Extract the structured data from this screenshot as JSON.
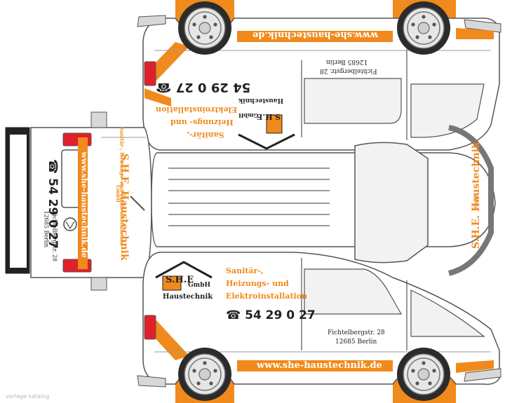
{
  "brand": {
    "company": "S.H.E. Haustechnik",
    "gmbh": "GmbH",
    "logo_letters": "S.H.E",
    "logo_gmbh": "GmbH",
    "logo_word": "Haustechnik"
  },
  "services": {
    "line1": "Sanitär-,",
    "line2": "Heizungs- und",
    "line3": "Elektroinstallation",
    "rear_line": "Sanitär-, Heizungs- und Elektroinstallation"
  },
  "contact": {
    "phone": "54 29 0 27",
    "street": "Fichtelbergstr. 28",
    "city": "12685 Berlin",
    "website": "www.she-haustechnik.de"
  },
  "watermark": "vorlage katalog",
  "colors": {
    "accent": "#f08a1c",
    "body": "#ffffff",
    "outline": "#555555",
    "light_red": "#e0202a"
  },
  "icons": [
    "phone-icon",
    "vw-logo-icon",
    "house-roof-icon",
    "wheel-icon"
  ]
}
